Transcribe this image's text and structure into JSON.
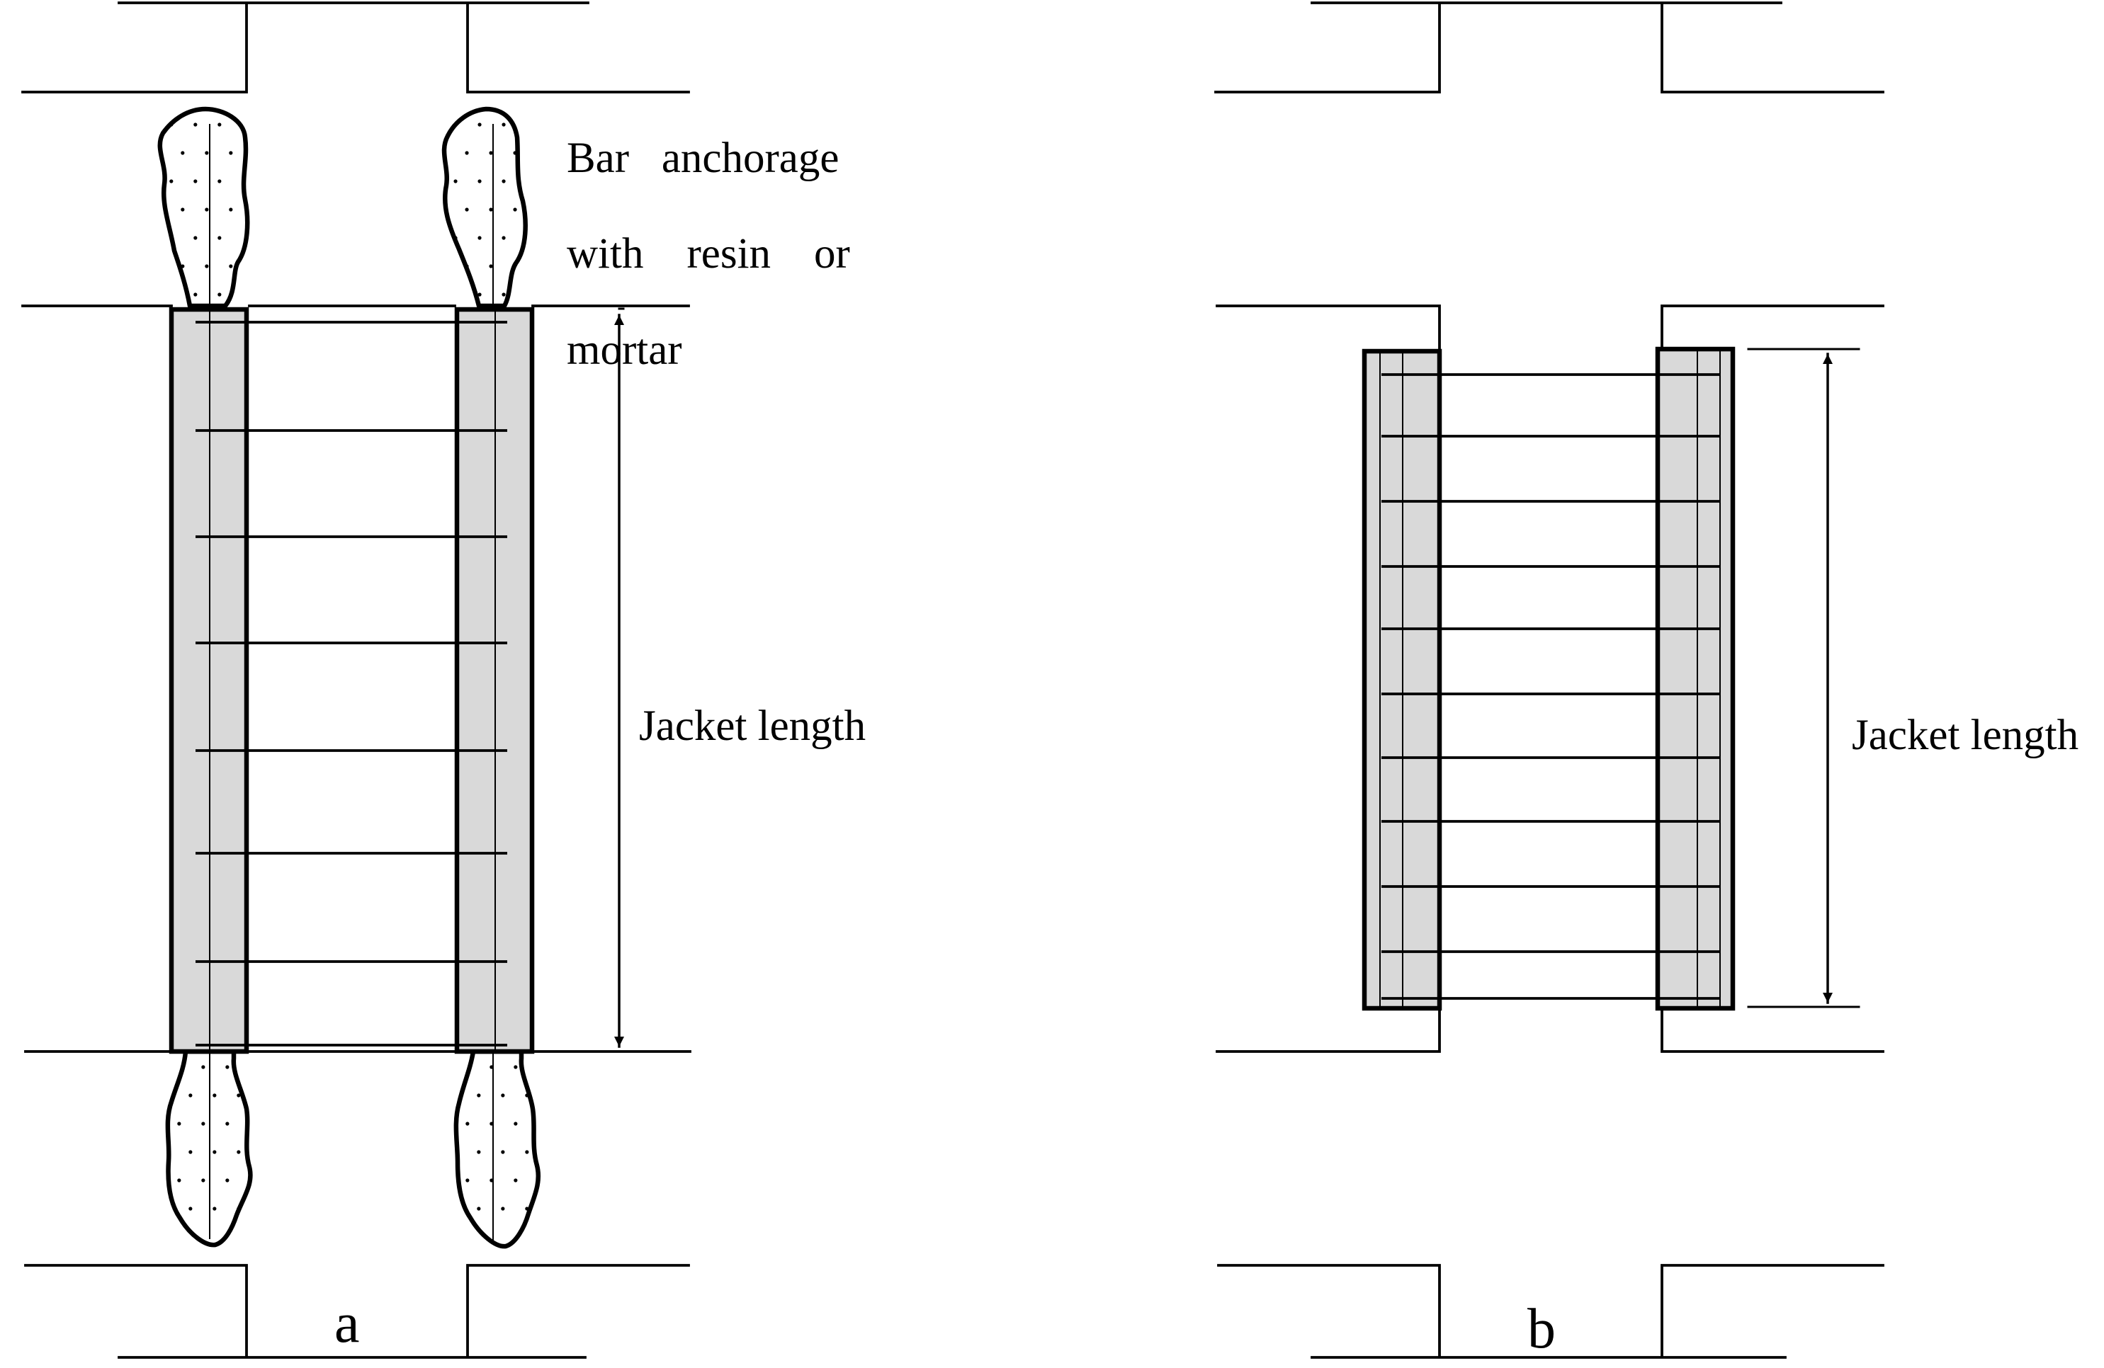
{
  "panel_a": {
    "label": "a",
    "anchorage_note": [
      "Bar   anchorage",
      "with    resin    or",
      "mortar"
    ],
    "dimension_label": "Jacket length"
  },
  "panel_b": {
    "label": "b",
    "dimension_label": "Jacket length"
  },
  "colors": {
    "jacket_fill": "#d9d9d9",
    "line": "#000000",
    "background": "#ffffff"
  }
}
